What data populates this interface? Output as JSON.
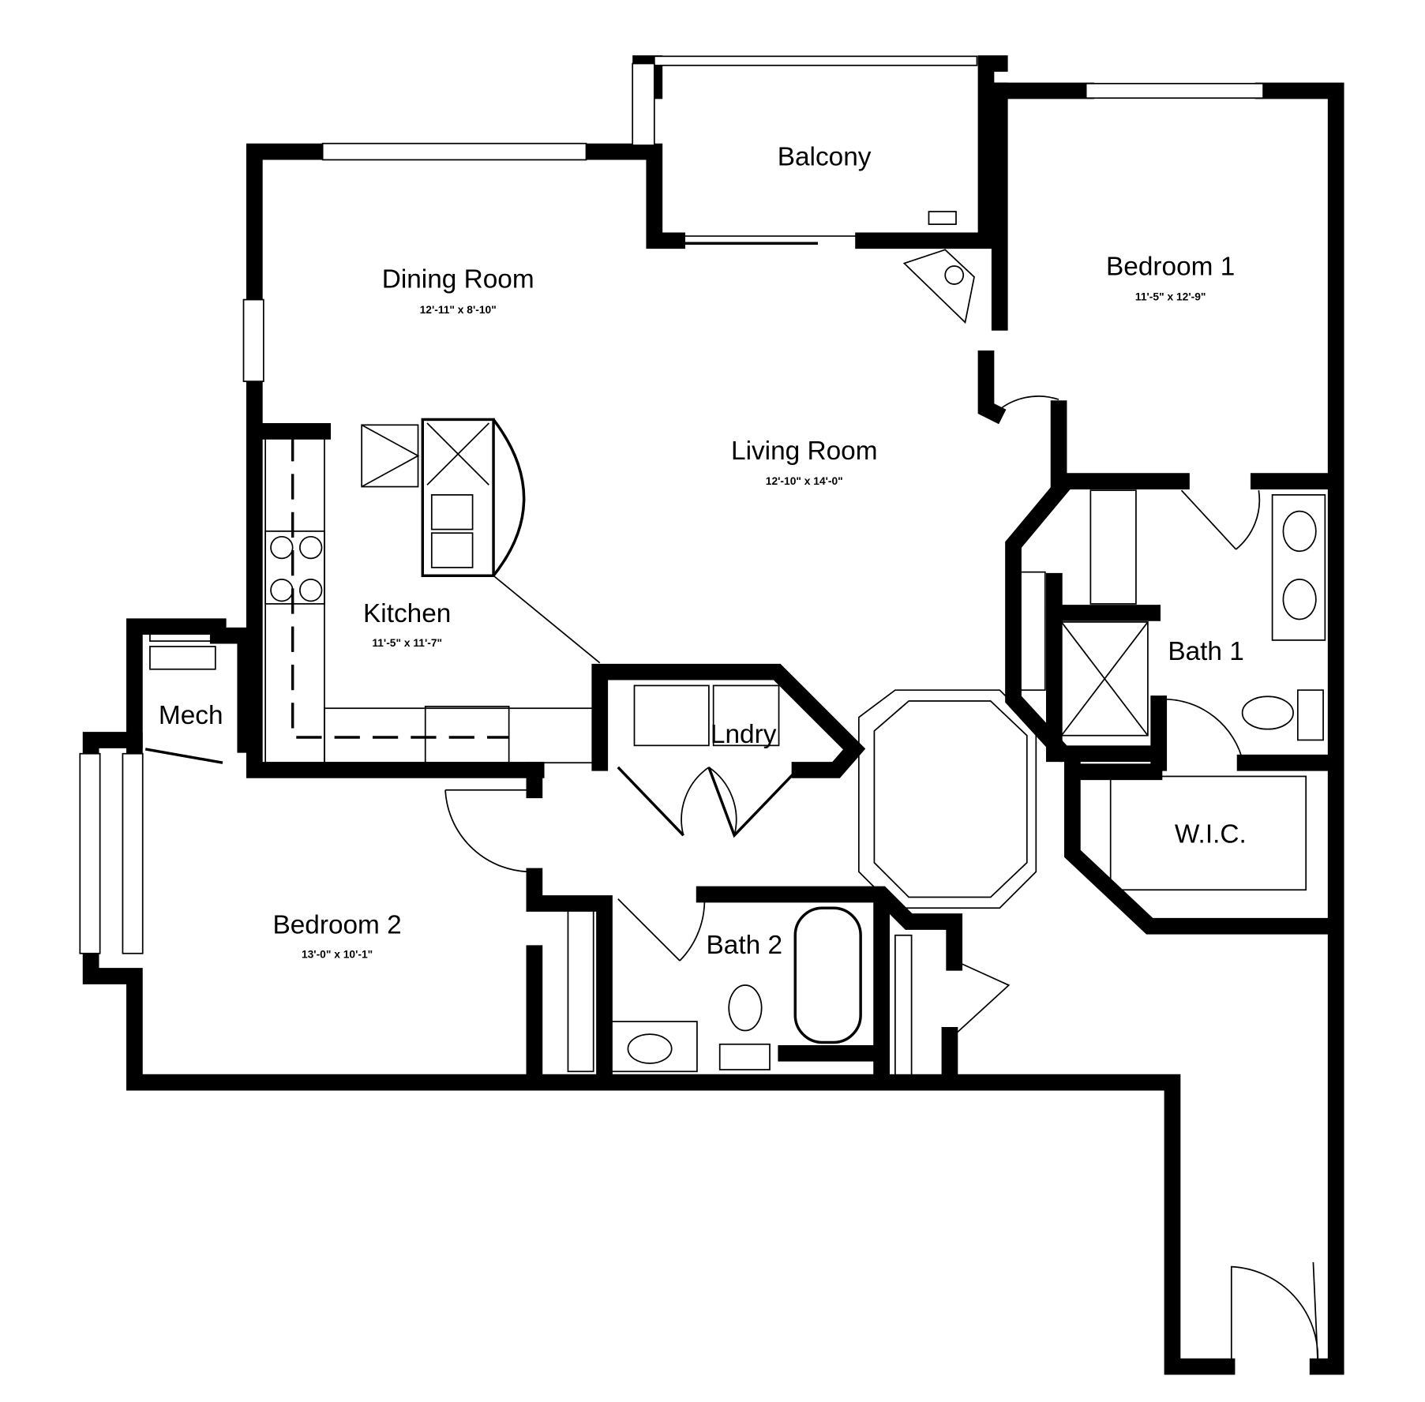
{
  "rooms": {
    "balcony": {
      "name": "Balcony"
    },
    "dining": {
      "name": "Dining Room",
      "size": "12'-11\" x 8'-10\""
    },
    "living": {
      "name": "Living Room",
      "size": "12'-10\" x 14'-0\""
    },
    "bedroom1": {
      "name": "Bedroom 1",
      "size": "11'-5\" x 12'-9\""
    },
    "kitchen": {
      "name": "Kitchen",
      "size": "11'-5\" x 11'-7\""
    },
    "mech": {
      "name": "Mech"
    },
    "laundry": {
      "name": "Lndry"
    },
    "bath1": {
      "name": "Bath 1"
    },
    "wic": {
      "name": "W.I.C."
    },
    "bedroom2": {
      "name": "Bedroom 2",
      "size": "13'-0\" x 10'-1\""
    },
    "bath2": {
      "name": "Bath 2"
    }
  },
  "colors": {
    "walls": "#000000",
    "background": "#ffffff"
  }
}
